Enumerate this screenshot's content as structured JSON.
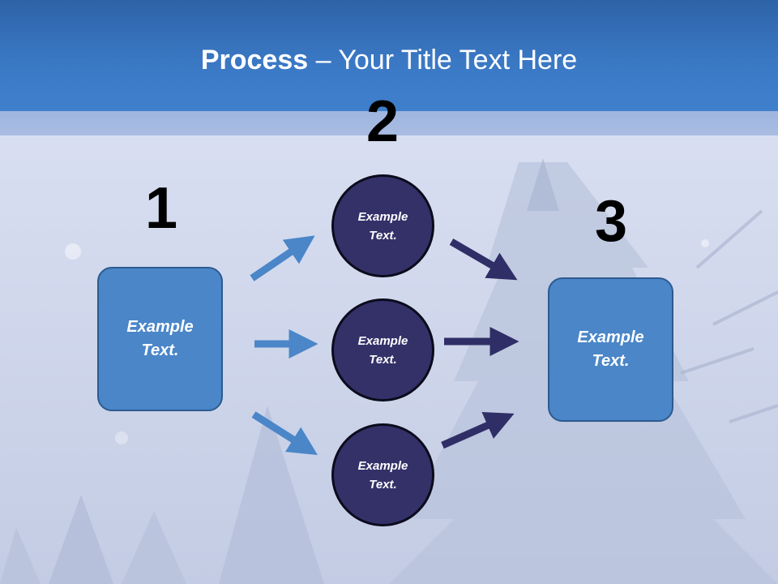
{
  "title": {
    "bold": "Process",
    "rest": " – Your Title Text Here"
  },
  "steps": [
    "1",
    "2",
    "3"
  ],
  "left_box": {
    "line1": "Example",
    "line2": "Text."
  },
  "right_box": {
    "line1": "Example",
    "line2": "Text."
  },
  "circles": [
    {
      "line1": "Example",
      "line2": "Text."
    },
    {
      "line1": "Example",
      "line2": "Text."
    },
    {
      "line1": "Example",
      "line2": "Text."
    }
  ],
  "colors": {
    "header": "#3a78c4",
    "box_fill": "#4a86c8",
    "circle_fill": "#343169",
    "arrow_light": "#4a86c8",
    "arrow_dark": "#2f2e66"
  }
}
